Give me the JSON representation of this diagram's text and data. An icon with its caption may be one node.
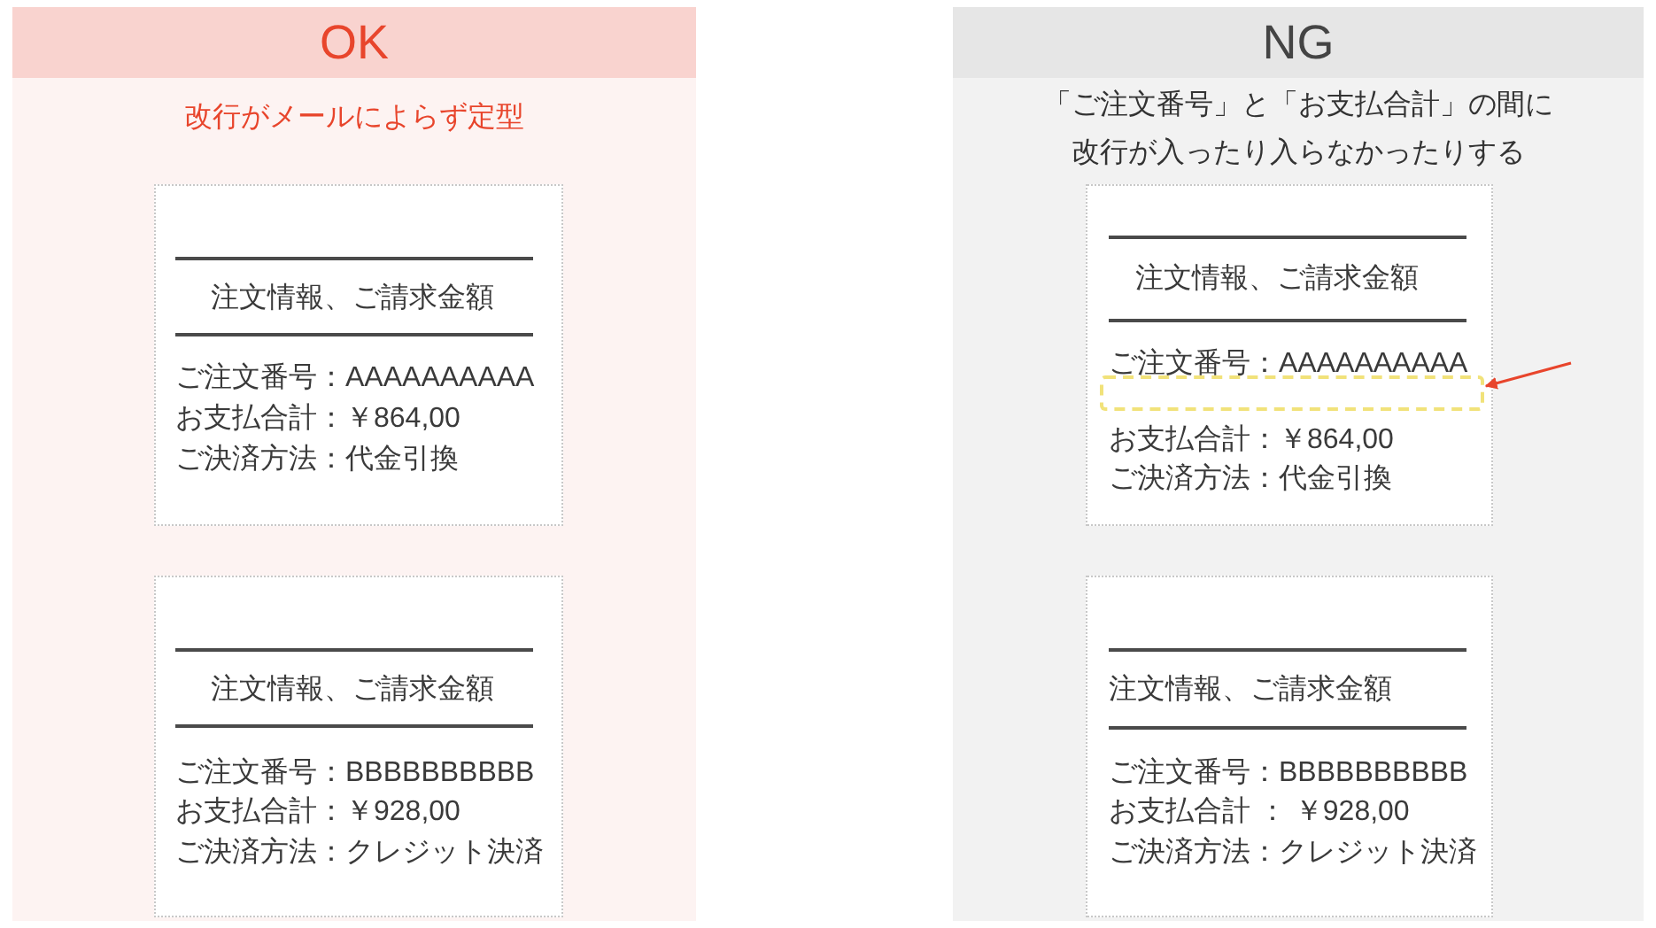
{
  "diagram": {
    "nodes": [
      {
        "text": [
          "OK",
          "改行がメールによらず定型"
        ]
      },
      {
        "text": [
          "注文情報、ご請求金額",
          "ご注文番号：AAAAAAAAAA",
          "お支払合計：￥864,00",
          "ご決済方法：代金引換"
        ],
        "in": 0
      },
      {
        "text": [
          "注文情報、ご請求金額",
          "ご注文番号：BBBBBBBBBB",
          "お支払合計：￥928,00",
          "ご決済方法：クレジット決済"
        ],
        "in": 0
      },
      {
        "text": [
          "NG",
          "「ご注文番号」と「お支払合計」の間に改行が入ったり入らなかったりする"
        ]
      },
      {
        "text": [
          "注文情報、ご請求金額",
          "ご注文番号：AAAAAAAAAA",
          "お支払合計：￥864,00",
          "ご決済方法：代金引換"
        ],
        "in": 3
      },
      {
        "text": [],
        "shape": "box",
        "in": 4
      },
      {
        "text": [
          "注文情報、ご請求金額",
          "ご注文番号：BBBBBBBBBB",
          "お支払合計 ： ￥928,00",
          "ご決済方法：クレジット決済"
        ],
        "in": 3
      }
    ],
    "edges": [
      {
        "from": null,
        "to": 5,
        "arrow": "to",
        "color": "#e8452c"
      }
    ]
  }
}
